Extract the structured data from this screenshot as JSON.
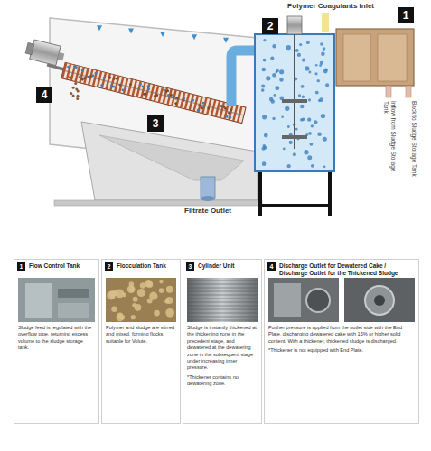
{
  "diagram": {
    "nodes": [
      {
        "text": [
          "Flow Control Tank",
          "Sludge feed is regulated with the overflow pipe, returning excess volume to the sludge storage tank."
        ]
      },
      {
        "text": [
          "Flocculation Tank",
          "Polymer and sludge are stirred and mixed, forming flocks suitable for Volute."
        ]
      },
      {
        "text": [
          "Cylinder Unit",
          "Sludge is instantly thickened at the thickening zone in the precedent stage, and dewatered at the dewatering zone in the subsequent stage under increasing inner pressure.",
          "*Thickener contains no dewatering zone."
        ]
      },
      {
        "text": [
          "Discharge Outlet for Dewatered Cake / Discharge Outlet for the Thickened Sludge",
          "Further pressure is applied from the outlet side with the End Plate, discharging dewatered cake with 15% or higher solid content. With a thickener, thickened sludge is discharged.",
          "*Thickener is not equipped with End Plate."
        ]
      }
    ],
    "labels": [
      "Polymer Coagulants Inlet",
      "2",
      "1",
      "Back to Sludge Storage Tank",
      "Inflow from Sludge Storage Tank",
      "4",
      "3",
      "Filtrate Outlet",
      "1",
      "2",
      "3",
      "4"
    ]
  }
}
